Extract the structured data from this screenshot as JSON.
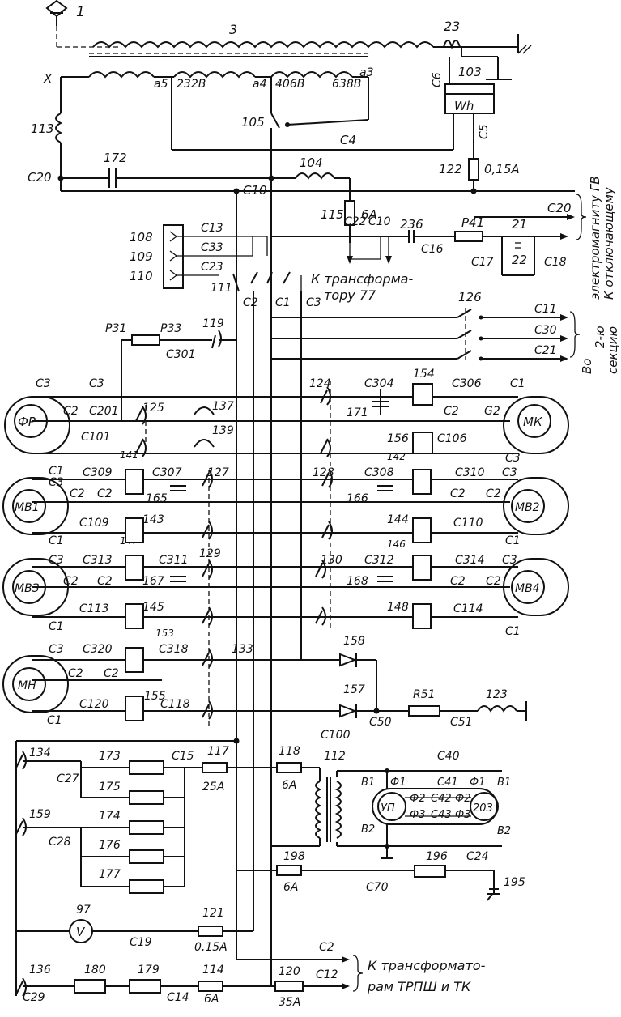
{
  "diagram": {
    "labels": {
      "n1": "1",
      "n3": "3",
      "n23": "23",
      "n103": "103",
      "wh": "Wh",
      "x": "X",
      "a5": "a5",
      "v232": "232В",
      "a4": "a4",
      "v406": "406В",
      "a3": "a3",
      "v638": "638В",
      "c6": "С6",
      "n105": "105",
      "c4": "С4",
      "c5": "С5",
      "n113": "113",
      "c20a": "С20",
      "n172": "172",
      "c10a": "С10",
      "n104": "104",
      "n122": "122",
      "a015a": "0,15А",
      "n115": "115",
      "a6a": "6А",
      "c20b": "С20",
      "n108": "108",
      "n109": "109",
      "n110": "110",
      "c13": "С13",
      "c33": "С33",
      "c23": "С23",
      "n236": "236",
      "r41": "Р41",
      "n21": "21",
      "n22": "22",
      "c22": "С22",
      "c10b": "С10",
      "c16": "С16",
      "c17": "С17",
      "c18": "С18",
      "n111": "111",
      "c2a": "С2",
      "c1a": "С1",
      "c3a": "С3",
      "n126": "126",
      "c11": "С11",
      "c30": "С30",
      "c21": "С21",
      "r31": "Р31",
      "r33": "Р33",
      "n119": "119",
      "c301": "С301",
      "c3b": "С3",
      "c3c": "С3",
      "n124": "124",
      "c304": "С304",
      "n154": "154",
      "c306": "С306",
      "c1b": "С1",
      "fr": "ФР",
      "mk": "МК",
      "c2b": "С2",
      "c201": "С201",
      "n125": "125",
      "n137": "137",
      "n171": "171",
      "c2c": "С2",
      "g2": "G2",
      "c101": "С101",
      "n141": "141",
      "n139": "139",
      "n156": "156",
      "c106": "С106",
      "n142": "142",
      "c3d": "С3",
      "c1c": "С1",
      "c3e": "С3",
      "c309": "С309",
      "c307": "С307",
      "n127": "127",
      "n128": "128",
      "c308": "С308",
      "c310": "С310",
      "c3f": "С3",
      "mv1": "МВ1",
      "mv2": "МВ2",
      "c2d": "С2",
      "c2e": "С2",
      "n165": "165",
      "n166": "166",
      "c2f": "С2",
      "c2g": "С2",
      "c109": "С109",
      "n143": "143",
      "n144": "144",
      "c110": "С110",
      "c1d": "С1",
      "n147": "147",
      "n146": "146",
      "c1e": "С1",
      "c3g": "С3",
      "c313": "С313",
      "c311": "С311",
      "n129": "129",
      "n130": "130",
      "c312": "С312",
      "c314": "С314",
      "c3h": "С3",
      "mv3": "МВЗ",
      "mv4": "МВ4",
      "c2h": "С2",
      "c2i": "С2",
      "n167": "167",
      "n168": "168",
      "c2j": "С2",
      "c2k": "С2",
      "c113": "С113",
      "n145": "145",
      "n148": "148",
      "c114": "С114",
      "c1f": "С1",
      "n153": "153",
      "c1g": "С1",
      "c3i": "С3",
      "c320": "С320",
      "c318": "С318",
      "n133": "133",
      "n158": "158",
      "mn": "МН",
      "c2l": "С2",
      "c2m": "С2",
      "n155": "155",
      "n157": "157",
      "r51": "R51",
      "n123": "123",
      "c120": "С120",
      "c118": "С118",
      "c50": "С50",
      "c51": "С51",
      "c1h": "С1",
      "n134": "134",
      "n173": "173",
      "c15": "С15",
      "n117": "117",
      "n118": "118",
      "c100": "С100",
      "n112": "112",
      "c40": "С40",
      "c27": "С27",
      "n175": "175",
      "a25a": "25А",
      "a6b": "6А",
      "b1a": "В1",
      "f1a": "Ф1",
      "c41": "С41",
      "f1b": "Ф1",
      "b1b": "В1",
      "up": "УП",
      "n203": "203",
      "f2a": "Ф2",
      "c42": "С42",
      "f2b": "Ф2",
      "f3a": "Ф3",
      "c43": "С43",
      "f3b": "Ф3",
      "b2a": "В2",
      "b2b": "В2",
      "n159": "159",
      "n174": "174",
      "c28": "С28",
      "n176": "176",
      "n177": "177",
      "n198": "198",
      "n196": "196",
      "c24": "С24",
      "a6c": "6А",
      "c70": "С70",
      "n195": "195",
      "n97": "97",
      "v": "V",
      "c19": "С19",
      "n121": "121",
      "a015b": "0,15А",
      "c2n": "С2",
      "n136": "136",
      "n180": "180",
      "n179": "179",
      "n114": "114",
      "n120": "120",
      "c12": "С12",
      "c29": "С29",
      "c14": "С14",
      "a6d": "6А",
      "a35a": "35А"
    },
    "notes": {
      "trans77_1": "К трансформа-",
      "trans77_2": "тору 77",
      "gv_1": "К отключающему",
      "gv_2": "электромагниту ГВ",
      "sec_1": "Во",
      "sec_2": "2-ю",
      "sec_3": "секцию",
      "trpsh_1": "К трансформато-",
      "trpsh_2": "рам ТРПШ и ТК"
    }
  }
}
